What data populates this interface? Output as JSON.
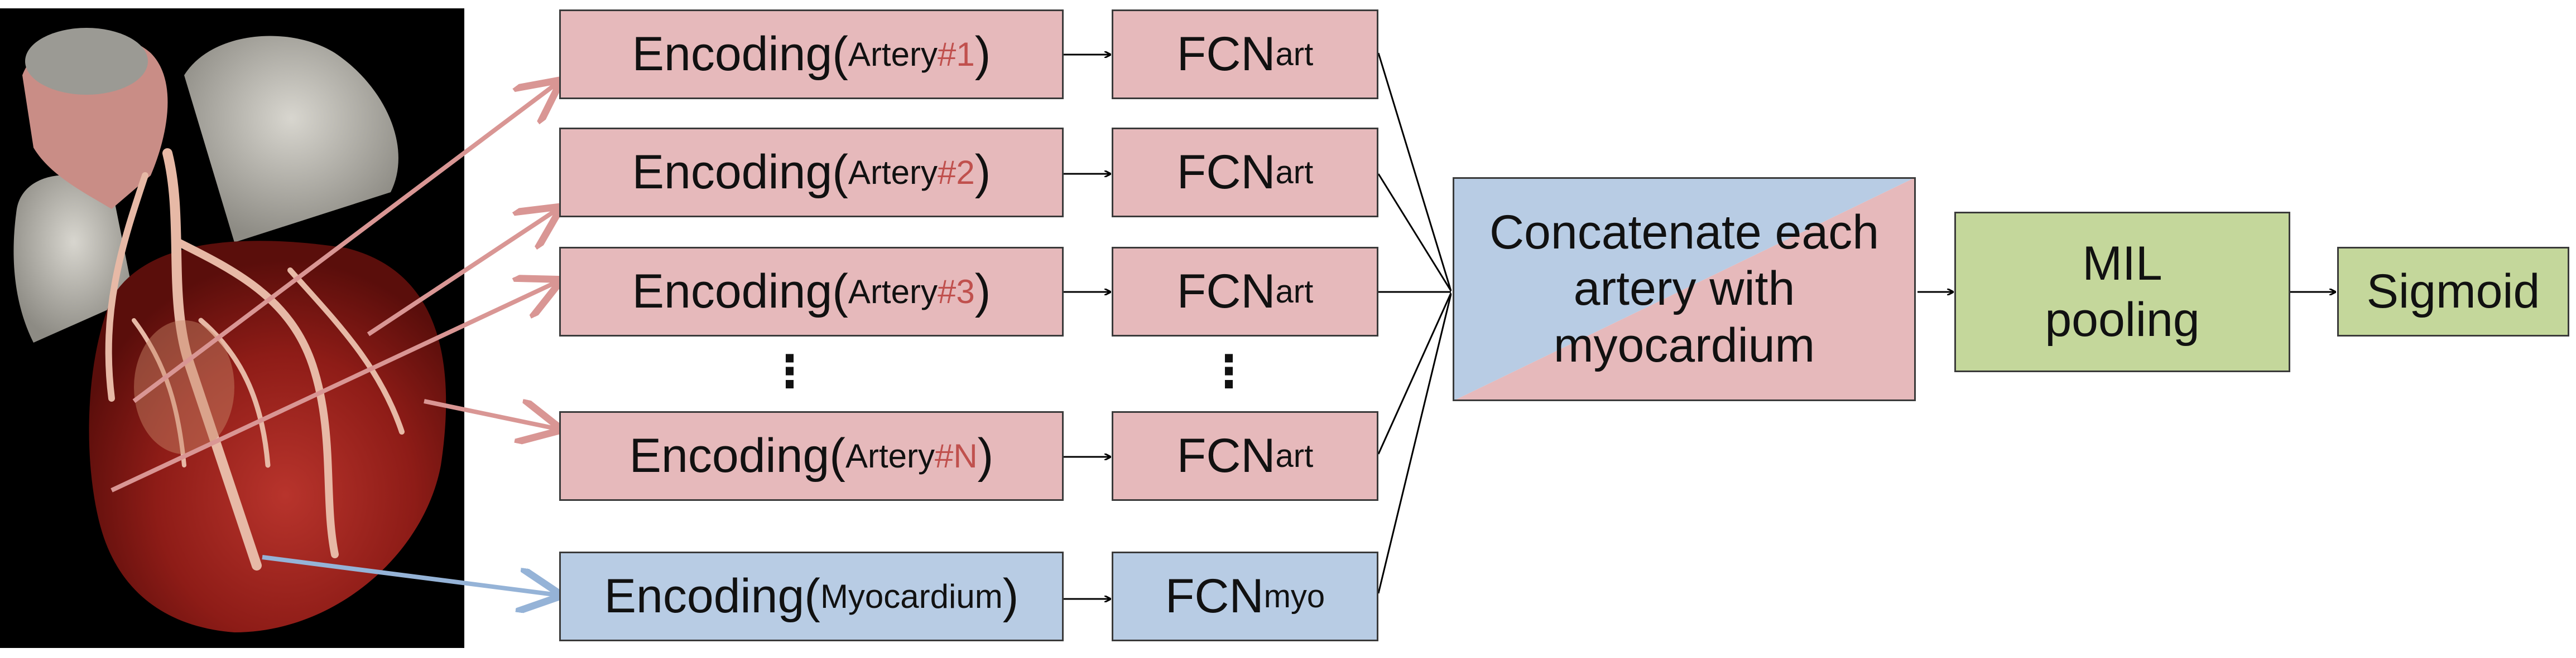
{
  "encoders": [
    {
      "prefix": "Encoding(",
      "label": "Artery ",
      "index": "#1",
      "suffix": ")"
    },
    {
      "prefix": "Encoding(",
      "label": "Artery ",
      "index": "#2",
      "suffix": ")"
    },
    {
      "prefix": "Encoding(",
      "label": "Artery ",
      "index": "#3",
      "suffix": ")"
    },
    {
      "prefix": "Encoding(",
      "label": "Artery ",
      "index": "#N",
      "suffix": ")"
    },
    {
      "prefix": "Encoding(",
      "label": "Myocardium",
      "index": "",
      "suffix": ")"
    }
  ],
  "fcn": [
    {
      "base": "FCN",
      "sub": "art"
    },
    {
      "base": "FCN",
      "sub": "art"
    },
    {
      "base": "FCN",
      "sub": "art"
    },
    {
      "base": "FCN",
      "sub": "art"
    },
    {
      "base": "FCN",
      "sub": "myo"
    }
  ],
  "ellipsis": "⋮",
  "concat": {
    "line1": "Concatenate each",
    "line2": "artery with",
    "line3": "myocardium"
  },
  "mil": {
    "line1": "MIL",
    "line2": "pooling"
  },
  "sigmoid": {
    "label": "Sigmoid"
  },
  "colors": {
    "artery": "#e6b9bb",
    "myocardium": "#b8cce4",
    "head": "#c4d79b",
    "artery_index": "#c0504d",
    "artery_arrow": "#d99694",
    "myo_arrow": "#95b3d7"
  }
}
